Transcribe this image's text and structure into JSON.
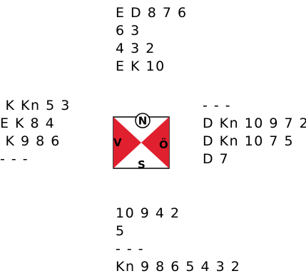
{
  "hands": {
    "north": [
      "E D 8 7 6",
      "6 3",
      "4 3 2",
      "E K 10"
    ],
    "west": [
      " K Kn 5 3",
      "E K 8 4",
      " K 9 8 6",
      "- - -"
    ],
    "east": [
      "- - -",
      "D Kn 10 9 7 2",
      "D Kn 10 7 5",
      "D 7"
    ],
    "south": [
      "10 9 4 2",
      "5",
      "- - -",
      "Kn 9 8 6 5 4 3 2"
    ]
  },
  "compass": {
    "north": "N",
    "west": "V",
    "east": "Ö",
    "south": "S"
  },
  "colors": {
    "triangle": "#e0202e",
    "background": "#ffffff",
    "outline": "#000000"
  }
}
